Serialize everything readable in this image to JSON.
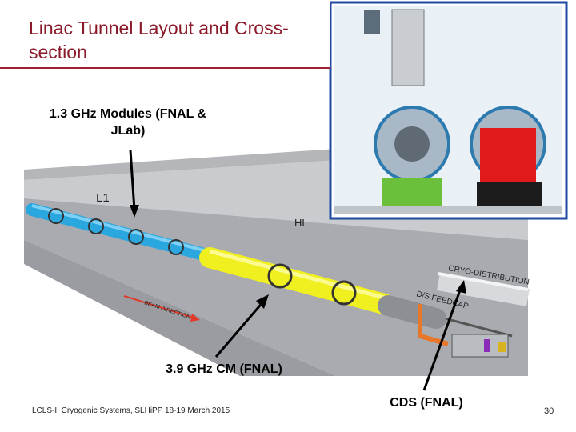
{
  "slide": {
    "title": "Linac Tunnel Layout and Cross-section",
    "footer": "LCLS-II Cryogenic Systems, SLHiPP 18-19 March 2015",
    "page_number": "30"
  },
  "callouts": {
    "modules_13": "1.3 GHz Modules (FNAL & JLab)",
    "cm_39": "3.9 GHz CM (FNAL)",
    "cds": "CDS (FNAL)"
  },
  "tunnel_labels": {
    "l1": "L1",
    "hl": "HL",
    "cryo_distribution": "CRYO-DISTRIBUTION",
    "ds_feedcap": "D/S FEEDCAP",
    "beam_direction": "BEAM DIRECTION"
  },
  "colors": {
    "title": "#8b1a2a",
    "module_13": "#2aa7df",
    "module_39": "#f0f020",
    "cds_red": "#e01a1a",
    "inset_frame": "#1f4aa0"
  }
}
